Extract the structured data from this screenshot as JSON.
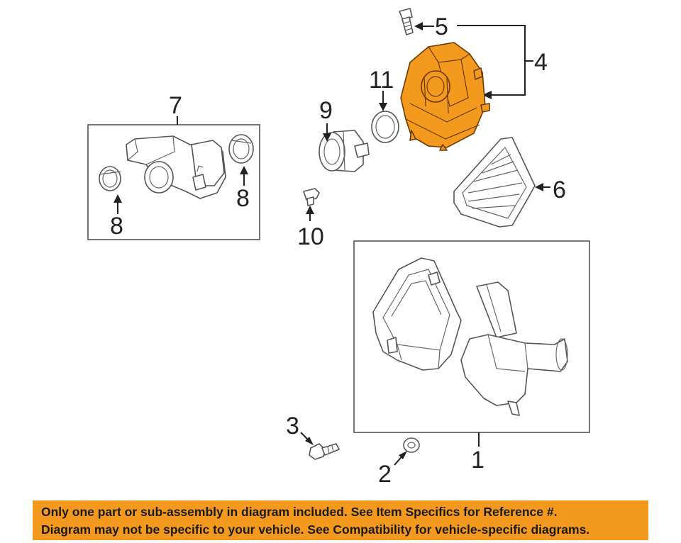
{
  "callouts": {
    "c1": "1",
    "c2": "2",
    "c3": "3",
    "c4": "4",
    "c5": "5",
    "c6": "6",
    "c7": "7",
    "c8a": "8",
    "c8b": "8",
    "c9": "9",
    "c10": "10",
    "c11": "11"
  },
  "highlight_color": "#f39a1e",
  "highlighted_part": "4",
  "footer": {
    "line1": "Only one part or sub-assembly in diagram included. See Item Specifics for Reference #.",
    "line2": "Diagram may not be specific to your vehicle. See Compatibility for vehicle-specific diagrams."
  }
}
